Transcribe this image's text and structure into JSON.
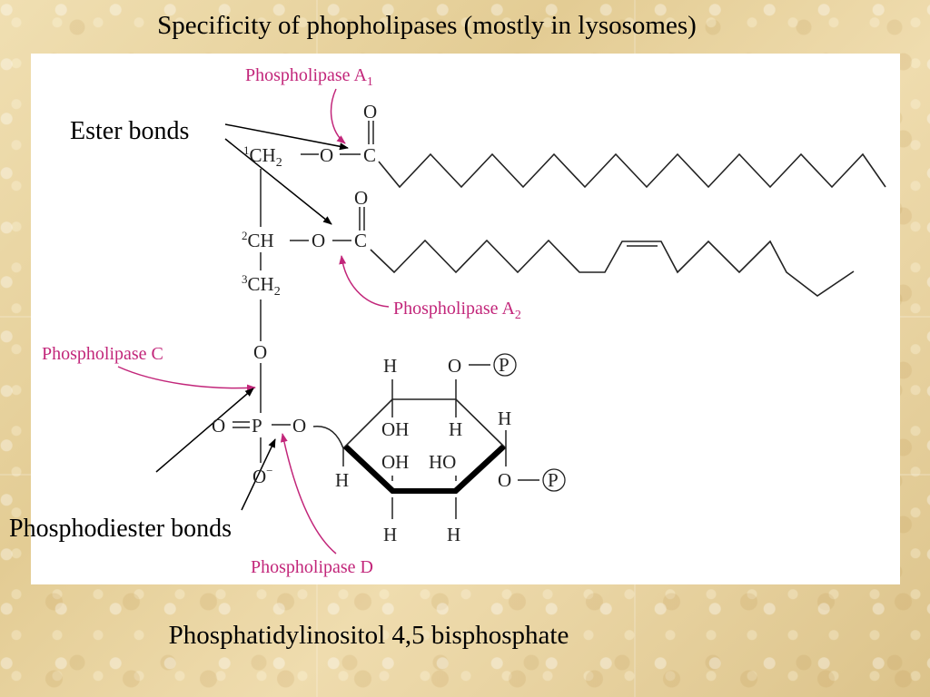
{
  "slide": {
    "title": "Specificity of phopholipases (mostly in lysosomes)",
    "caption": "Phosphatidylinositol 4,5 bisphosphate"
  },
  "annotations": {
    "ester_bonds": "Ester bonds",
    "phosphodiester_bonds": "Phosphodiester bonds"
  },
  "enzymes": {
    "a1": {
      "name": "Phospholipase A",
      "subscript": "1"
    },
    "a2": {
      "name": "Phospholipase A",
      "subscript": "2"
    },
    "c": {
      "name": "Phospholipase C"
    },
    "d": {
      "name": "Phospholipase D"
    }
  },
  "structure": {
    "c1_num": "1",
    "c2_num": "2",
    "c3_num": "3",
    "ch2": "CH",
    "ch": "CH",
    "two": "2",
    "o": "O",
    "c": "C",
    "p": "P",
    "o_minus": "O",
    "minus": "−",
    "h": "H",
    "oh": "OH",
    "ho": "HO",
    "circled_p": "P"
  },
  "colors": {
    "enzyme": "#c2267a",
    "text": "#000000",
    "panel": "#ffffff"
  }
}
